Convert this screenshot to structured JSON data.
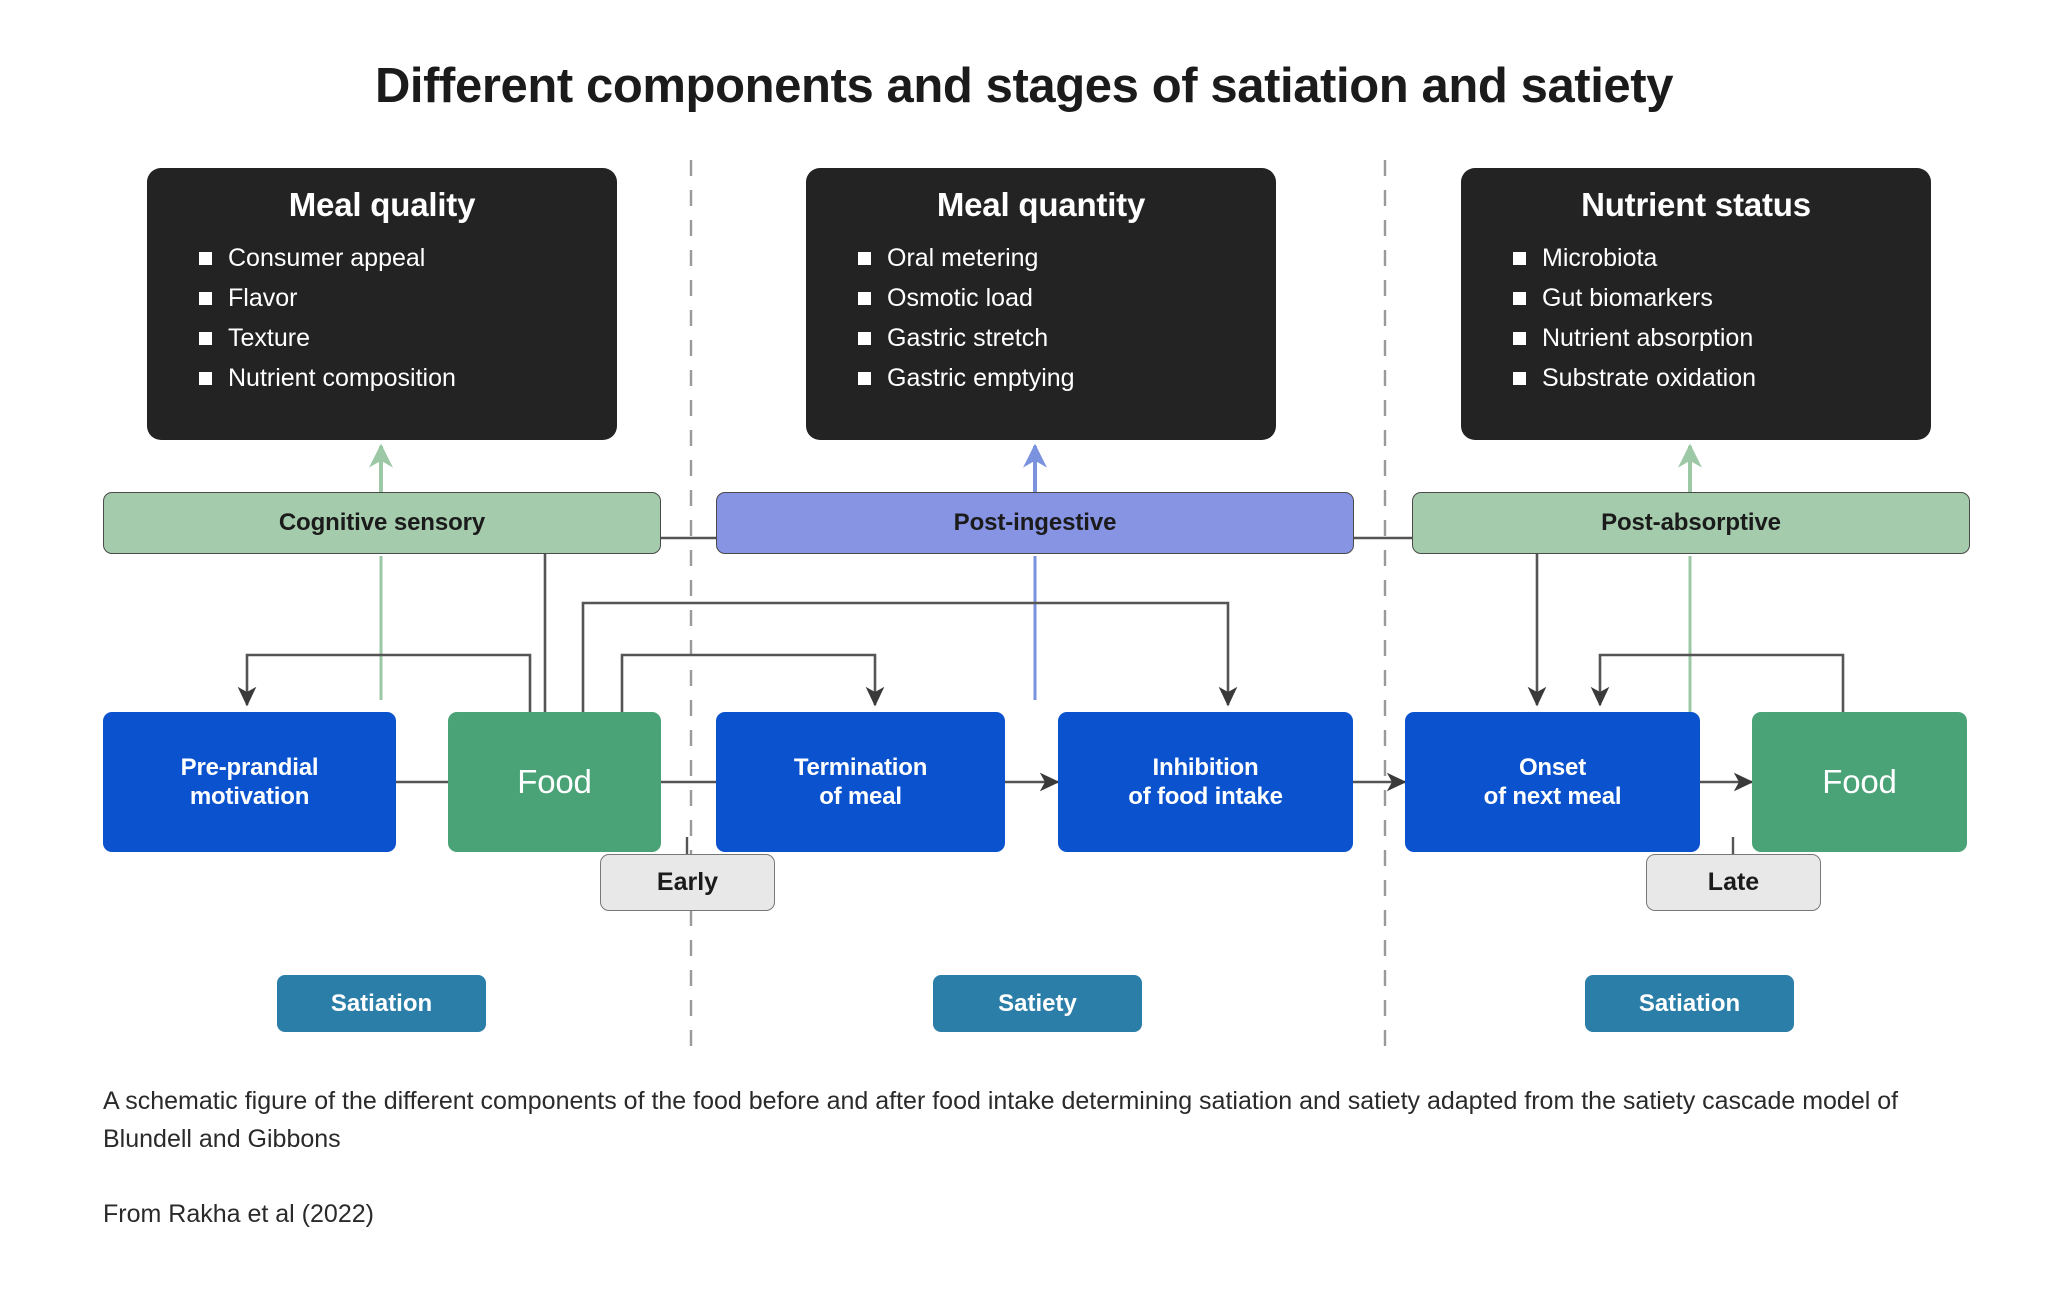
{
  "title": "Different components and stages of satiation and satiety",
  "cards": [
    {
      "heading": "Meal quality",
      "items": [
        "Consumer appeal",
        "Flavor",
        "Texture",
        "Nutrient composition"
      ]
    },
    {
      "heading": "Meal quantity",
      "items": [
        "Oral metering",
        "Osmotic load",
        "Gastric stretch",
        "Gastric emptying"
      ]
    },
    {
      "heading": "Nutrient status",
      "items": [
        "Microbiota",
        "Gut biomarkers",
        "Nutrient absorption",
        "Substrate oxidation"
      ]
    }
  ],
  "bands": [
    {
      "label": "Cognitive sensory",
      "color": "#a4cbac"
    },
    {
      "label": "Post-ingestive",
      "color": "#8793e3"
    },
    {
      "label": "Post-absorptive",
      "color": "#a4cbac"
    }
  ],
  "flow_nodes": [
    {
      "label": "Pre-prandial\nmotivation",
      "kind": "blue"
    },
    {
      "label": "Food",
      "kind": "green"
    },
    {
      "label": "Termination\nof meal",
      "kind": "blue"
    },
    {
      "label": "Inhibition\nof food intake",
      "kind": "blue"
    },
    {
      "label": "Onset\nof next meal",
      "kind": "blue"
    },
    {
      "label": "Food",
      "kind": "green"
    }
  ],
  "timing_chips": [
    {
      "label": "Early"
    },
    {
      "label": "Late"
    }
  ],
  "stage_tags": [
    {
      "label": "Satiation"
    },
    {
      "label": "Satiety"
    },
    {
      "label": "Satiation"
    }
  ],
  "caption": "A schematic figure of the different components of the food before and after food intake determining satiation and satiety adapted from the satiety cascade model of Blundell and Gibbons",
  "source": "From Rakha et al (2022)",
  "colors": {
    "card_bg": "#232323",
    "node_blue": "#0b52cf",
    "node_green": "#4aa277",
    "tag_blue": "#2b7ea8",
    "chip_gray": "#e8e8e8",
    "wire": "#555555",
    "green_arrow": "#9cc8a6",
    "blue_arrow": "#7b92de",
    "divider": "#9a9a9a"
  }
}
